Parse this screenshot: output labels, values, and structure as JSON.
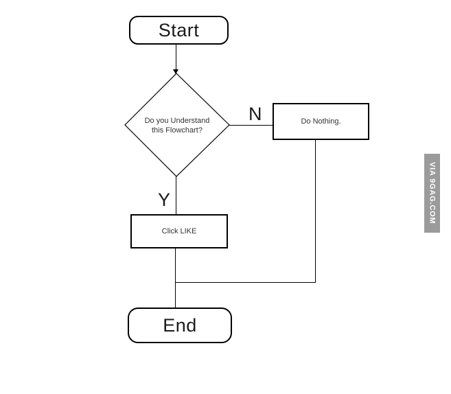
{
  "canvas": {
    "background_color": "#ffffff",
    "line_color": "#000000"
  },
  "flowchart": {
    "start": {
      "label": "Start"
    },
    "decision": {
      "line1": "Do you Understand",
      "line2": "this Flowchart?"
    },
    "branch_no": {
      "label": "N",
      "node_label": "Do Nothing."
    },
    "branch_yes": {
      "label": "Y",
      "node_label": "Click LIKE"
    },
    "end": {
      "label": "End"
    }
  },
  "watermark": {
    "text": "VIA 9GAG.COM",
    "background_color": "#9b9b9b",
    "text_color": "#ffffff"
  }
}
